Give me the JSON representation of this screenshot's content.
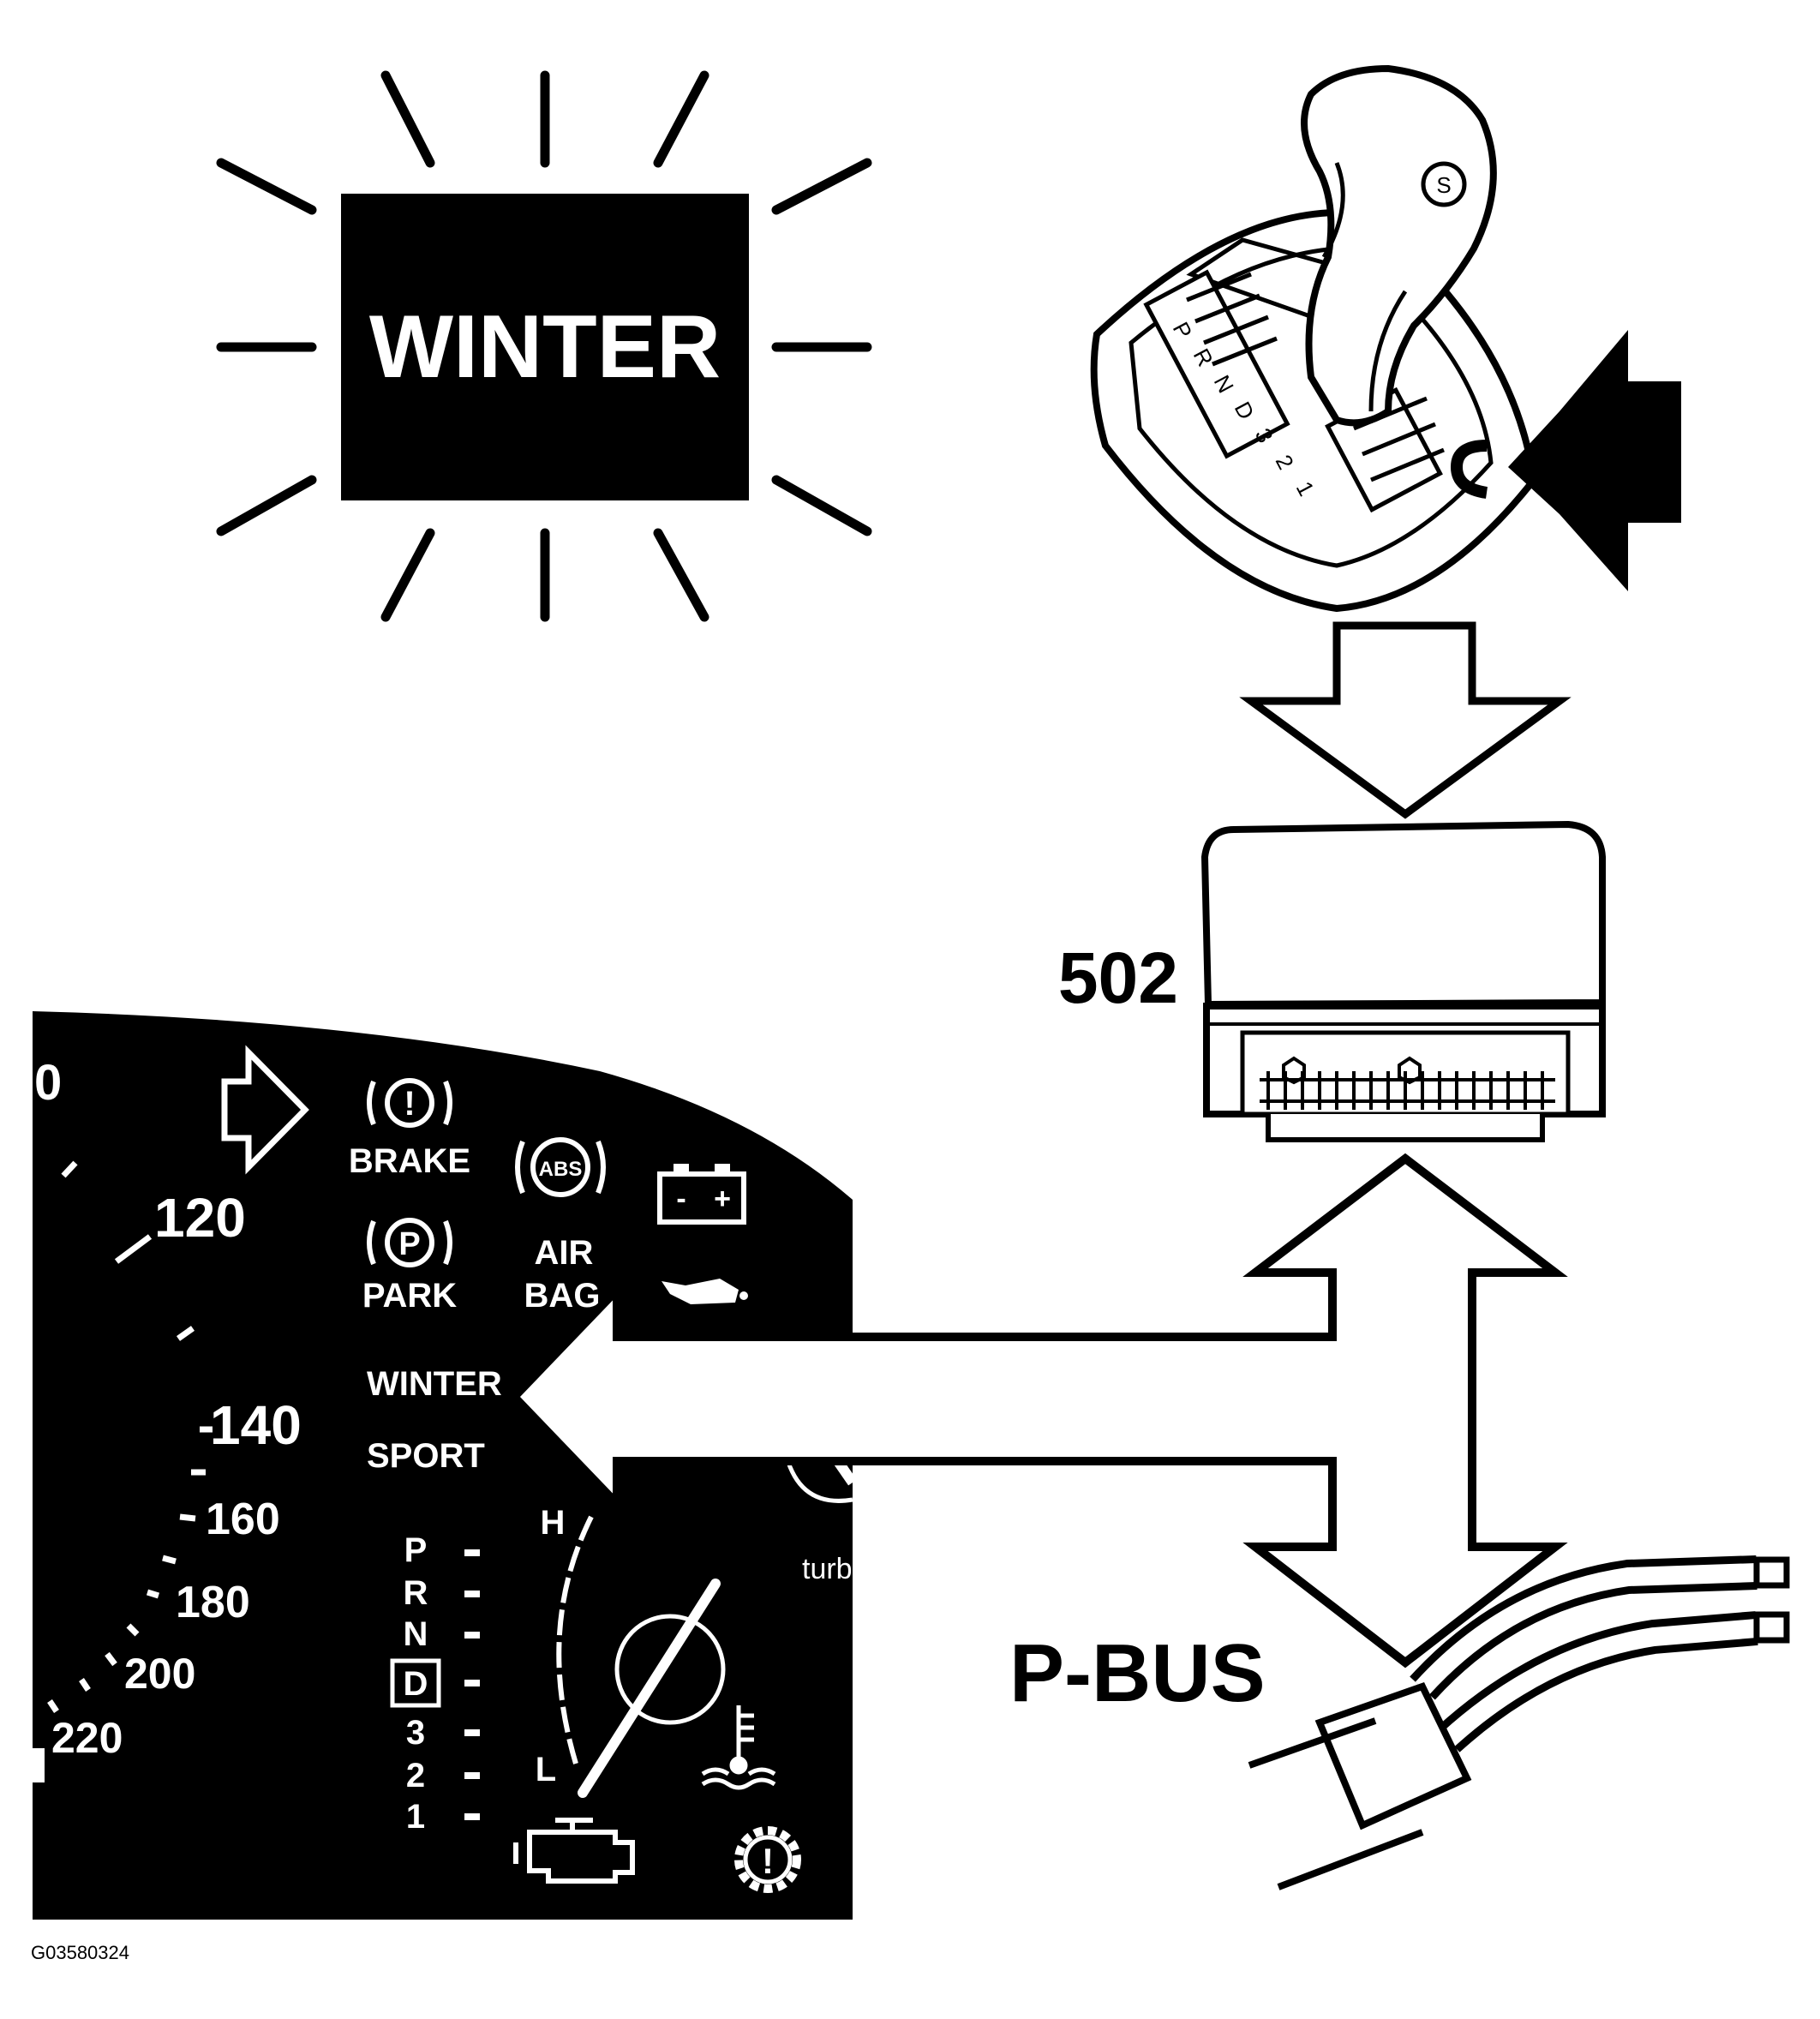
{
  "winter_lamp": {
    "label": "WINTER"
  },
  "module": {
    "number": "502"
  },
  "bus": {
    "label": "P-BUS"
  },
  "figure_id": "G03580324",
  "gear_selector": {
    "positions": [
      "P",
      "R",
      "N",
      "D",
      "3",
      "2",
      "1"
    ],
    "knob_letter": "S"
  },
  "instrument_cluster": {
    "speed_labels": [
      "0",
      "120",
      "140",
      "160",
      "180",
      "200",
      "220"
    ],
    "warning_lights": {
      "brake": "BRAKE",
      "park": "PARK",
      "airbag_line1": "AIR",
      "airbag_line2": "BAG",
      "abs": "ABS",
      "battery_minus": "-",
      "battery_plus": "+"
    },
    "mode_labels": {
      "winter": "WINTER",
      "sport": "SPORT"
    },
    "gear_indicator": [
      "P",
      "R",
      "N",
      "D",
      "3",
      "2",
      "1"
    ],
    "active_gear": "D",
    "temp_high": "H",
    "temp_low": "L",
    "turbo_label": "turb"
  },
  "colors": {
    "ink": "#000000",
    "paper": "#ffffff"
  }
}
